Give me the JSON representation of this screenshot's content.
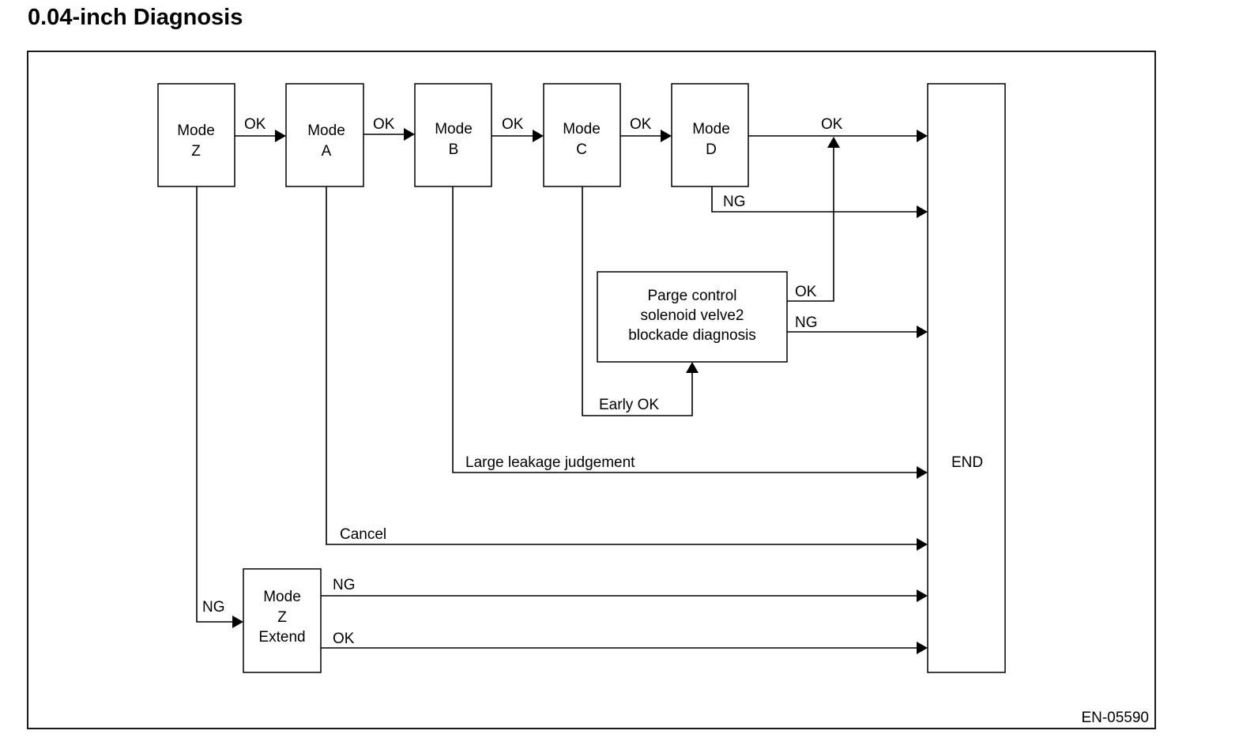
{
  "title": "0.04-inch Diagnosis",
  "figure_id": "EN-05590",
  "nodes": {
    "mode_z": [
      "Mode",
      "Z"
    ],
    "mode_a": [
      "Mode",
      "A"
    ],
    "mode_b": [
      "Mode",
      "B"
    ],
    "mode_c": [
      "Mode",
      "C"
    ],
    "mode_d": [
      "Mode",
      "D"
    ],
    "parge": [
      "Parge control",
      "solenoid velve2",
      "blockade diagnosis"
    ],
    "mode_z_extend": [
      "Mode",
      "Z",
      "Extend"
    ],
    "end": "END"
  },
  "edge_labels": {
    "z_to_a": "OK",
    "a_to_b": "OK",
    "b_to_c": "OK",
    "c_to_d": "OK",
    "d_to_end_ok": "OK",
    "d_to_end_ng": "NG",
    "parge_ok": "OK",
    "parge_ng": "NG",
    "c_early_ok": "Early OK",
    "b_large_leak": "Large leakage judgement",
    "a_cancel": "Cancel",
    "z_ng": "NG",
    "ext_ng": "NG",
    "ext_ok": "OK"
  }
}
